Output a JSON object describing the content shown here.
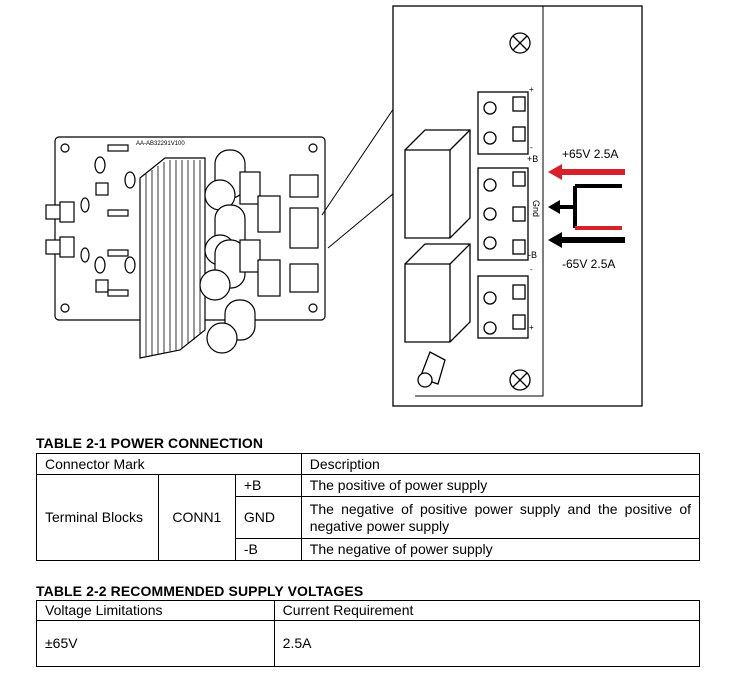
{
  "figure": {
    "board_label": "AA-AB32291V100",
    "plus_b": "+B",
    "gnd": "Gnd",
    "minus_b": "-B",
    "plus_sign": "+",
    "minus_sign": "-",
    "voltage_plus": "+65V 2.5A",
    "voltage_minus": "-65V 2.5A",
    "colors": {
      "positive_wire": "#d8202a",
      "negative_wire": "#000000"
    }
  },
  "table1": {
    "title": "TABLE 2-1 POWER CONNECTION",
    "header_connector": "Connector Mark",
    "header_description": "Description",
    "group": "Terminal Blocks",
    "connector": "CONN1",
    "rows": [
      {
        "pin": "+B",
        "description": "The positive of power supply"
      },
      {
        "pin": "GND",
        "description": "The negative of positive power supply and the positive of negative power supply"
      },
      {
        "pin": "-B",
        "description": "The negative of power supply"
      }
    ]
  },
  "table2": {
    "title": "TABLE 2-2 RECOMMENDED SUPPLY VOLTAGES",
    "header_voltage": "Voltage Limitations",
    "header_current": "Current Requirement",
    "voltage": "±65V",
    "current": "2.5A"
  }
}
